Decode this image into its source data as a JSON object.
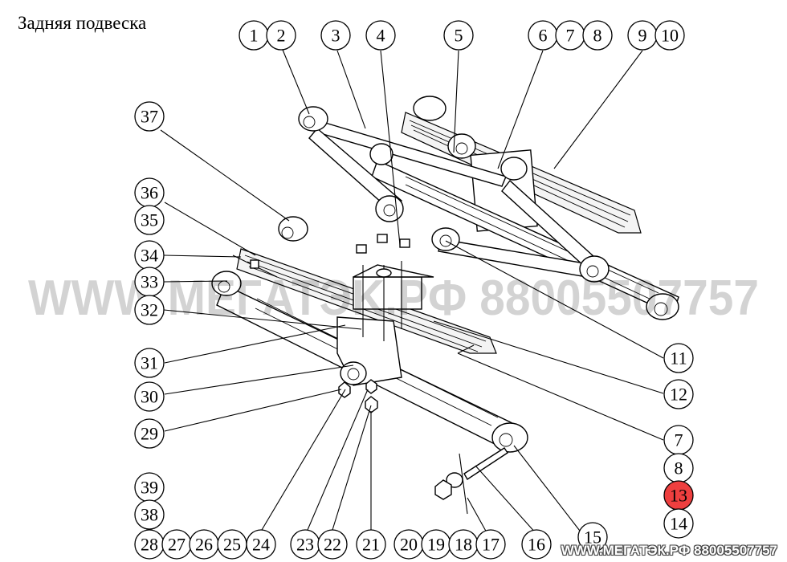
{
  "title": "Задняя подвеска",
  "watermark_center": "WWW.MEГATЭK.PФ 88005507757",
  "watermark_footer": "WWW.МЕГАТЭК.РФ 88005507757",
  "highlight_color": "#ee3f3f",
  "callouts": [
    {
      "id": "c1",
      "label": "1"
    },
    {
      "id": "c2",
      "label": "2"
    },
    {
      "id": "c3",
      "label": "3"
    },
    {
      "id": "c4",
      "label": "4"
    },
    {
      "id": "c5",
      "label": "5"
    },
    {
      "id": "c6",
      "label": "6"
    },
    {
      "id": "c7",
      "label": "7"
    },
    {
      "id": "c8",
      "label": "8"
    },
    {
      "id": "c9",
      "label": "9"
    },
    {
      "id": "c10",
      "label": "10"
    },
    {
      "id": "c37",
      "label": "37"
    },
    {
      "id": "c36",
      "label": "36"
    },
    {
      "id": "c35",
      "label": "35"
    },
    {
      "id": "c34",
      "label": "34"
    },
    {
      "id": "c33",
      "label": "33"
    },
    {
      "id": "c32",
      "label": "32"
    },
    {
      "id": "c31",
      "label": "31"
    },
    {
      "id": "c30",
      "label": "30"
    },
    {
      "id": "c29",
      "label": "29"
    },
    {
      "id": "c39",
      "label": "39"
    },
    {
      "id": "c38",
      "label": "38"
    },
    {
      "id": "c11",
      "label": "11"
    },
    {
      "id": "c12",
      "label": "12"
    },
    {
      "id": "c7b",
      "label": "7"
    },
    {
      "id": "c8b",
      "label": "8"
    },
    {
      "id": "c13",
      "label": "13",
      "highlighted": true
    },
    {
      "id": "c14",
      "label": "14"
    },
    {
      "id": "c28",
      "label": "28"
    },
    {
      "id": "c27",
      "label": "27"
    },
    {
      "id": "c26",
      "label": "26"
    },
    {
      "id": "c25",
      "label": "25"
    },
    {
      "id": "c24",
      "label": "24"
    },
    {
      "id": "c23",
      "label": "23"
    },
    {
      "id": "c22",
      "label": "22"
    },
    {
      "id": "c21",
      "label": "21"
    },
    {
      "id": "c20",
      "label": "20"
    },
    {
      "id": "c19",
      "label": "19"
    },
    {
      "id": "c18",
      "label": "18"
    },
    {
      "id": "c17",
      "label": "17"
    },
    {
      "id": "c16",
      "label": "16"
    },
    {
      "id": "c15",
      "label": "15"
    }
  ]
}
